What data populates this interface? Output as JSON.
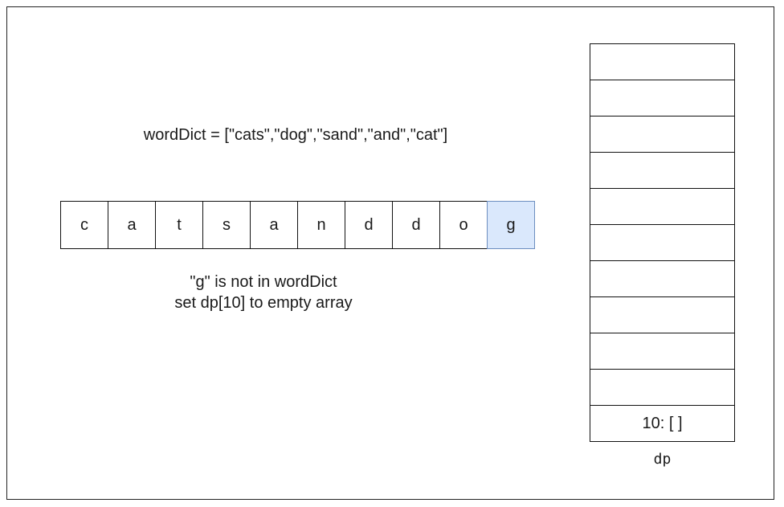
{
  "word_dict_label": "wordDict = [\"cats\",\"dog\",\"sand\",\"and\",\"cat\"]",
  "string_chars": [
    "c",
    "a",
    "t",
    "s",
    "a",
    "n",
    "d",
    "d",
    "o",
    "g"
  ],
  "highlighted_index": 9,
  "note": {
    "line1": "\"g\" is not in wordDict",
    "line2": "set dp[10] to empty array"
  },
  "dp": {
    "cells": [
      "",
      "",
      "",
      "",
      "",
      "",
      "",
      "",
      "",
      "",
      "10: [ ]"
    ],
    "label": "dp"
  },
  "colors": {
    "highlight_fill": "#dae8fc",
    "highlight_border": "#6c8ebf",
    "line": "#111111"
  }
}
